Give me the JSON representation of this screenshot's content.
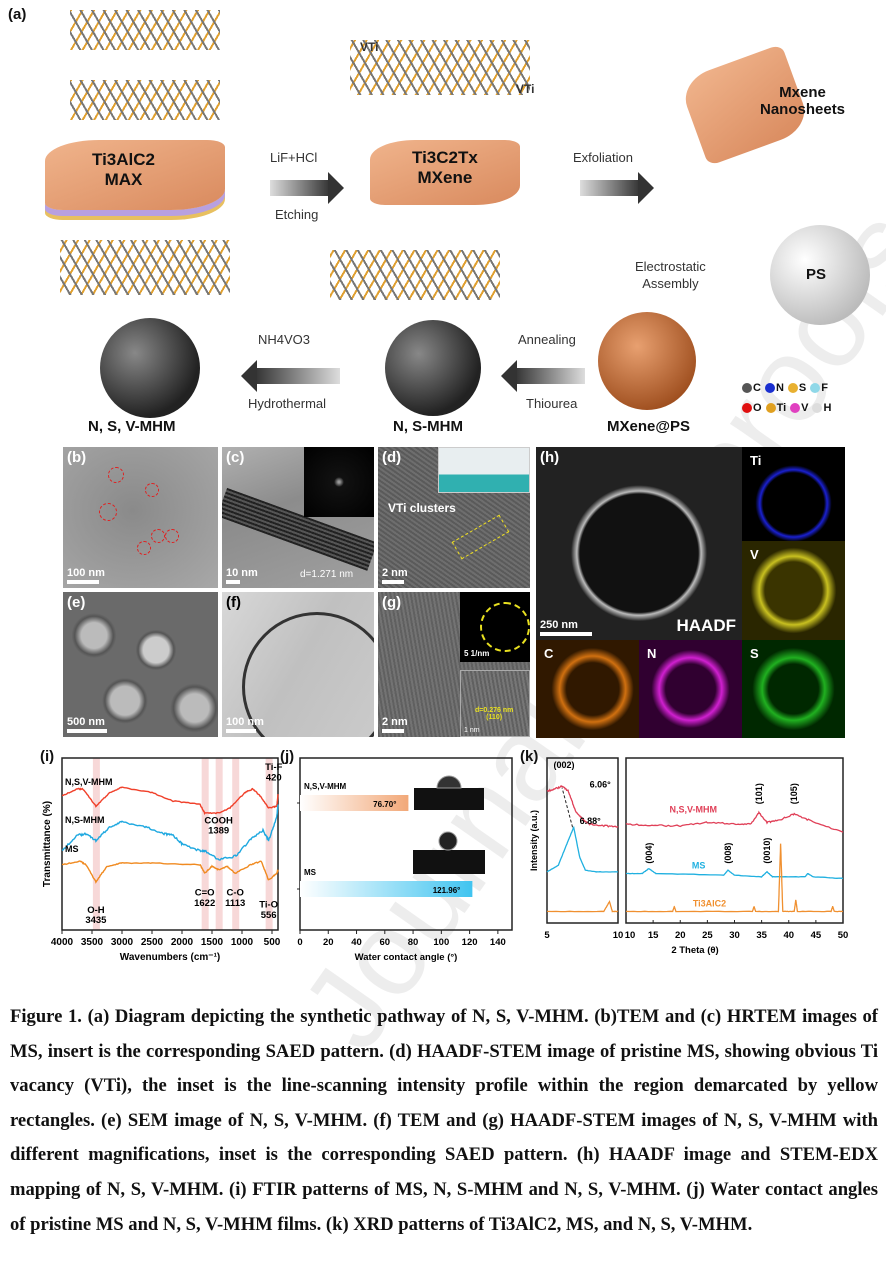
{
  "scheme": {
    "panel_label": "(a)",
    "max_label_1": "Ti3AlC2",
    "max_label_2": "MAX",
    "etch_top": "LiF+HCl",
    "etch_bottom": "Etching",
    "mxene_1": "Ti3C2Tx",
    "mxene_2": "MXene",
    "vti_1": "VTi",
    "vti_2": "VTi",
    "exfoliation": "Exfoliation",
    "nanosheets_1": "Mxene",
    "nanosheets_2": "Nanosheets",
    "ps": "PS",
    "electrostatic_1": "Electrostatic",
    "electrostatic_2": "Assembly",
    "annealing": "Annealing",
    "thiourea": "Thiourea",
    "nh4vo3": "NH4VO3",
    "hydrothermal": "Hydrothermal",
    "nsv_mhm": "N, S, V-MHM",
    "ns_mhm": "N, S-MHM",
    "mxene_ps": "MXene@PS",
    "legend": [
      {
        "label": "C",
        "color": "#555555"
      },
      {
        "label": "N",
        "color": "#1a2fd0"
      },
      {
        "label": "S",
        "color": "#e8b030"
      },
      {
        "label": "F",
        "color": "#8fd8e8"
      },
      {
        "label": "O",
        "color": "#e01010"
      },
      {
        "label": "Ti",
        "color": "#e0a020"
      },
      {
        "label": "V",
        "color": "#e040c0"
      },
      {
        "label": "H",
        "color": "#dddddd"
      }
    ]
  },
  "micrographs": {
    "b": {
      "label": "(b)",
      "scale": "100 nm"
    },
    "c": {
      "label": "(c)",
      "scale": "10 nm",
      "annotation": "d=1.271 nm"
    },
    "d": {
      "label": "(d)",
      "scale": "2 nm",
      "annotation": "VTi clusters"
    },
    "e": {
      "label": "(e)",
      "scale": "500 nm"
    },
    "f": {
      "label": "(f)",
      "scale": "100 nm"
    },
    "g": {
      "label": "(g)",
      "scale": "2 nm",
      "inset_scale": "5 1/nm",
      "inset2_scale": "1 nm",
      "d_spacing": "d=0.276 nm",
      "plane": "(110)"
    },
    "h": {
      "label": "(h)",
      "scale": "250 nm",
      "haadf": "HAADF",
      "maps": [
        "Ti",
        "V",
        "C",
        "N",
        "S"
      ]
    }
  },
  "chart_data": [
    {
      "type": "line",
      "panel": "(i)",
      "xlabel": "Wavenumbers (cm⁻¹)",
      "ylabel": "Transmittance (%)",
      "xlim": [
        4000,
        400
      ],
      "xticks": [
        "4000",
        "3500",
        "3000",
        "2500",
        "2000",
        "1500",
        "1000",
        "500"
      ],
      "series": [
        {
          "name": "N,S,V-MHM",
          "color": "#f0402a",
          "points": [
            [
              4000,
              0.78
            ],
            [
              3750,
              0.82
            ],
            [
              3650,
              0.82
            ],
            [
              3435,
              0.72
            ],
            [
              3200,
              0.8
            ],
            [
              3000,
              0.83
            ],
            [
              2500,
              0.8
            ],
            [
              2150,
              0.75
            ],
            [
              1700,
              0.73
            ],
            [
              1622,
              0.68
            ],
            [
              1389,
              0.68
            ],
            [
              1200,
              0.71
            ],
            [
              950,
              0.8
            ],
            [
              820,
              0.82
            ],
            [
              700,
              0.78
            ],
            [
              556,
              0.71
            ],
            [
              420,
              0.72
            ],
            [
              400,
              0.79
            ]
          ]
        },
        {
          "name": "N,S-MHM",
          "color": "#1ea8e0",
          "points": [
            [
              4000,
              0.46
            ],
            [
              3750,
              0.55
            ],
            [
              3600,
              0.56
            ],
            [
              3435,
              0.52
            ],
            [
              3200,
              0.6
            ],
            [
              3000,
              0.63
            ],
            [
              2600,
              0.6
            ],
            [
              2300,
              0.56
            ],
            [
              2150,
              0.55
            ],
            [
              2000,
              0.5
            ],
            [
              1700,
              0.46
            ],
            [
              1622,
              0.46
            ],
            [
              1389,
              0.41
            ],
            [
              1100,
              0.43
            ],
            [
              850,
              0.53
            ],
            [
              650,
              0.58
            ],
            [
              556,
              0.52
            ],
            [
              420,
              0.66
            ],
            [
              400,
              0.73
            ]
          ]
        },
        {
          "name": "MS",
          "color": "#f08a20",
          "points": [
            [
              4000,
              0.38
            ],
            [
              3700,
              0.4
            ],
            [
              3600,
              0.38
            ],
            [
              3435,
              0.28
            ],
            [
              3250,
              0.37
            ],
            [
              3000,
              0.39
            ],
            [
              2500,
              0.39
            ],
            [
              1700,
              0.38
            ],
            [
              1622,
              0.33
            ],
            [
              1500,
              0.37
            ],
            [
              1389,
              0.35
            ],
            [
              1250,
              0.37
            ],
            [
              1113,
              0.33
            ],
            [
              850,
              0.38
            ],
            [
              680,
              0.4
            ],
            [
              556,
              0.29
            ],
            [
              420,
              0.33
            ],
            [
              400,
              0.35
            ]
          ]
        }
      ],
      "annotations": [
        "O-H",
        "3435",
        "C=O",
        "1622",
        "COOH",
        "1389",
        "C-O",
        "1113",
        "Ti-O",
        "556",
        "Ti-F",
        "420"
      ],
      "highlight_bands": [
        3435,
        1622,
        1389,
        1113,
        556
      ]
    },
    {
      "type": "bar",
      "panel": "(j)",
      "xlabel": "Water contact angle (°)",
      "xlim": [
        0,
        150
      ],
      "xticks": [
        "0",
        "20",
        "40",
        "60",
        "80",
        "100",
        "120",
        "140"
      ],
      "categories": [
        "N,S,V-MHM",
        "MS"
      ],
      "values": [
        76.7,
        121.96
      ],
      "value_labels": [
        "76.70°",
        "121.96°"
      ],
      "colors": [
        "#f2a878",
        "#40c4f0"
      ]
    },
    {
      "type": "line",
      "panel": "(k)",
      "xlabel": "2 Theta (θ)",
      "ylabel": "Intensity (a.u.)",
      "left_xlim": [
        5,
        10
      ],
      "right_xlim": [
        10,
        50
      ],
      "left_xticks": [
        "5",
        "10"
      ],
      "right_xticks": [
        "10",
        "15",
        "20",
        "25",
        "30",
        "35",
        "40",
        "45",
        "50"
      ],
      "series": [
        {
          "name": "N,S,V-MHM",
          "color": "#e04058",
          "left": [
            [
              5,
              0.8
            ],
            [
              5.5,
              0.81
            ],
            [
              6.06,
              0.83
            ],
            [
              6.5,
              0.8
            ],
            [
              7,
              0.68
            ],
            [
              7.5,
              0.63
            ],
            [
              8,
              0.6
            ],
            [
              9,
              0.59
            ],
            [
              10,
              0.58
            ]
          ],
          "right": [
            [
              10,
              0.6
            ],
            [
              15,
              0.59
            ],
            [
              20,
              0.59
            ],
            [
              25,
              0.61
            ],
            [
              30,
              0.6
            ],
            [
              33,
              0.6
            ],
            [
              34.5,
              0.67
            ],
            [
              36,
              0.61
            ],
            [
              38,
              0.62
            ],
            [
              41,
              0.66
            ],
            [
              44,
              0.62
            ],
            [
              50,
              0.55
            ]
          ]
        },
        {
          "name": "MS",
          "color": "#20b0e0",
          "left": [
            [
              5,
              0.31
            ],
            [
              5.8,
              0.35
            ],
            [
              6.4,
              0.48
            ],
            [
              6.88,
              0.58
            ],
            [
              7.3,
              0.4
            ],
            [
              7.7,
              0.32
            ],
            [
              8.5,
              0.31
            ],
            [
              10,
              0.31
            ]
          ],
          "right": [
            [
              10,
              0.3
            ],
            [
              13,
              0.3
            ],
            [
              14.2,
              0.33
            ],
            [
              15.5,
              0.3
            ],
            [
              28,
              0.29
            ],
            [
              28.8,
              0.32
            ],
            [
              30,
              0.29
            ],
            [
              35,
              0.28
            ],
            [
              36,
              0.31
            ],
            [
              37,
              0.28
            ],
            [
              43,
              0.28
            ],
            [
              43.5,
              0.3
            ],
            [
              44.5,
              0.28
            ],
            [
              50,
              0.27
            ]
          ]
        },
        {
          "name": "Ti3AlC2",
          "color": "#f09030",
          "left": [
            [
              5,
              0.07
            ],
            [
              9,
              0.07
            ],
            [
              9.4,
              0.13
            ],
            [
              9.6,
              0.07
            ],
            [
              10,
              0.07
            ]
          ],
          "right": [
            [
              10,
              0.07
            ],
            [
              18.6,
              0.07
            ],
            [
              18.9,
              0.1
            ],
            [
              19.2,
              0.07
            ],
            [
              33.3,
              0.07
            ],
            [
              33.6,
              0.1
            ],
            [
              33.9,
              0.07
            ],
            [
              38.1,
              0.07
            ],
            [
              38.5,
              0.48
            ],
            [
              38.9,
              0.07
            ],
            [
              41,
              0.07
            ],
            [
              41.3,
              0.14
            ],
            [
              41.6,
              0.07
            ],
            [
              47.8,
              0.07
            ],
            [
              48.1,
              0.1
            ],
            [
              48.4,
              0.07
            ],
            [
              50,
              0.07
            ]
          ]
        }
      ],
      "annotations": [
        "(002)",
        "6.06°",
        "6.88°",
        "(101)",
        "(105)",
        "(004)",
        "(008)",
        "(0010)"
      ]
    }
  ],
  "panel_labels": {
    "i": "(i)",
    "j": "(j)",
    "k": "(k)"
  },
  "caption": "Figure 1. (a) Diagram depicting the synthetic pathway of N, S, V-MHM. (b)TEM and (c) HRTEM images of MS, insert is the corresponding SAED pattern. (d) HAADF-STEM image of pristine MS, showing obvious Ti vacancy (VTi), the inset is the line-scanning intensity profile within the region demarcated by yellow rectangles. (e) SEM image of N, S, V-MHM. (f) TEM and (g) HAADF-STEM images of N, S, V-MHM with different magnifications, inset is the corresponding SAED pattern. (h) HAADF image and STEM-EDX mapping of N, S, V-MHM. (i) FTIR patterns of MS, N, S-MHM and N, S, V-MHM. (j) Water contact angles of pristine MS and N, S, V-MHM films. (k) XRD patterns of Ti3AlC2, MS, and N, S, V-MHM.",
  "watermark": "Journal Pre-proofs"
}
